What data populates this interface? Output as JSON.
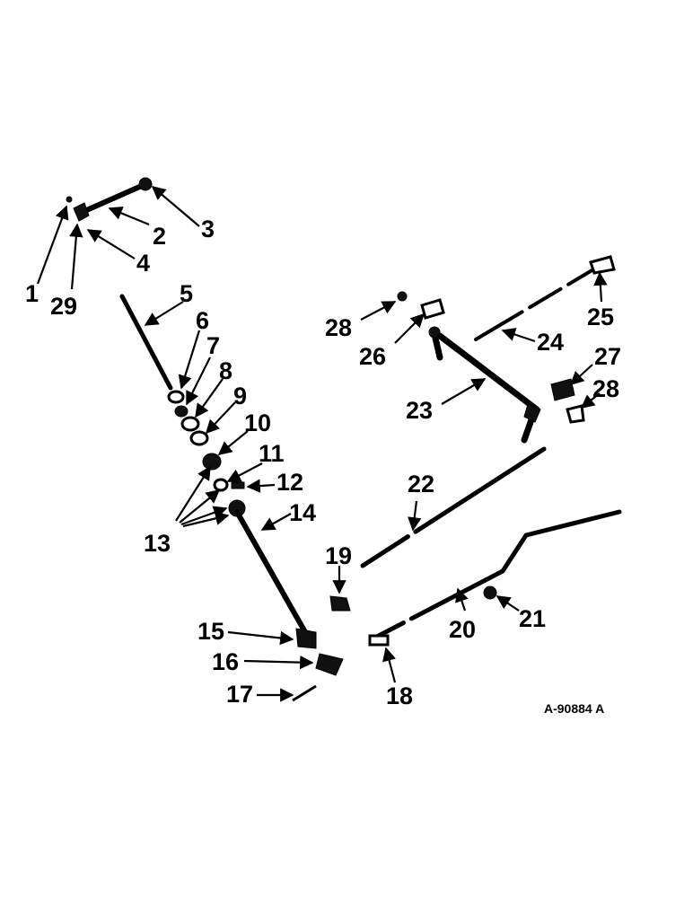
{
  "diagram": {
    "drawing_id": "A-90884 A",
    "callouts": [
      "1",
      "2",
      "3",
      "4",
      "5",
      "6",
      "7",
      "8",
      "9",
      "10",
      "11",
      "12",
      "13",
      "14",
      "15",
      "16",
      "17",
      "18",
      "19",
      "20",
      "21",
      "22",
      "23",
      "24",
      "25",
      "26",
      "27",
      "28",
      "28",
      "29"
    ]
  }
}
